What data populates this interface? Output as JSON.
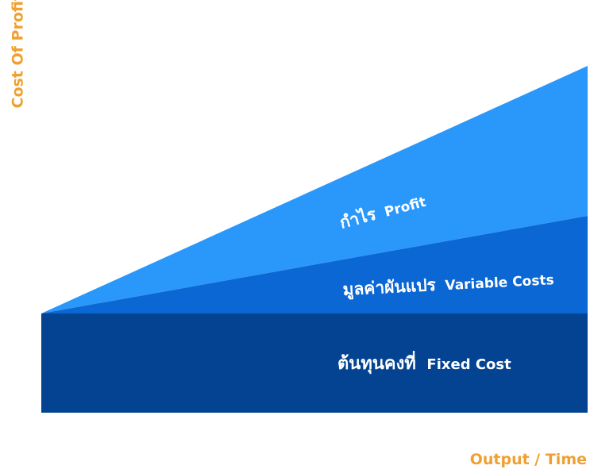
{
  "axes": {
    "y_label": "Cost Of Profit",
    "x_label": "Output / Time"
  },
  "regions": {
    "profit": {
      "label_th": "กำไร",
      "label_en": "Profit",
      "color": "#2a98fb"
    },
    "variable": {
      "label_th": "มูลค่าผันแปร",
      "label_en": "Variable Costs",
      "color": "#0b67d4"
    },
    "fixed": {
      "label_th": "ต้นทุนคงที่",
      "label_en": "Fixed Cost",
      "color": "#034391"
    }
  }
}
